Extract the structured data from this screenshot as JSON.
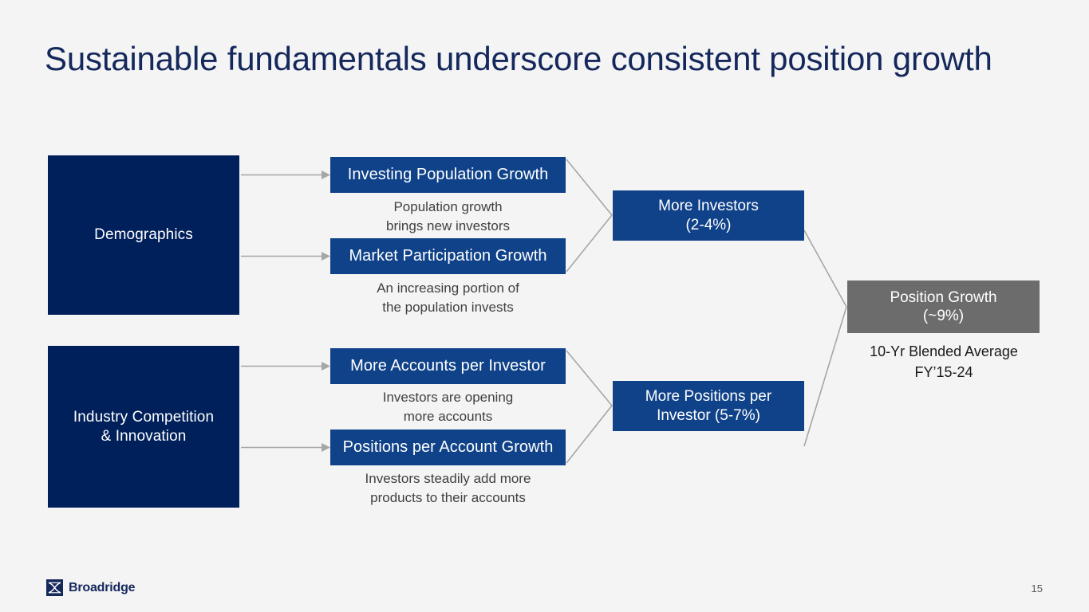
{
  "slide": {
    "title": "Sustainable fundamentals underscore consistent position growth",
    "page_number": "15",
    "background_color": "#f4f4f5",
    "title_color": "#15285c"
  },
  "colors": {
    "navy": "#00205b",
    "blue": "#104289",
    "gray": "#6c6c6c",
    "connector": "#a6a6a6"
  },
  "drivers": [
    {
      "label": "Demographics"
    },
    {
      "label": "Industry Competition\n& Innovation"
    }
  ],
  "factors": [
    {
      "label": "Investing Population Growth",
      "caption": "Population growth\nbrings new investors"
    },
    {
      "label": "Market Participation Growth",
      "caption": "An increasing portion of\nthe population invests"
    },
    {
      "label": "More Accounts per Investor",
      "caption": "Investors are opening\nmore accounts"
    },
    {
      "label": "Positions per Account Growth",
      "caption": "Investors steadily add more\nproducts to their accounts"
    }
  ],
  "aggregates": [
    {
      "label": "More Investors\n(2-4%)",
      "range": "2-4%"
    },
    {
      "label": "More Positions per\nInvestor (5-7%)",
      "range": "5-7%"
    }
  ],
  "outcome": {
    "label": "Position Growth\n(~9%)",
    "value": "~9%",
    "note": "10-Yr Blended Average\nFY’15-24"
  },
  "footer": {
    "logo_text": "Broadridge",
    "logo_mark": "broadridge-butterfly-icon"
  }
}
